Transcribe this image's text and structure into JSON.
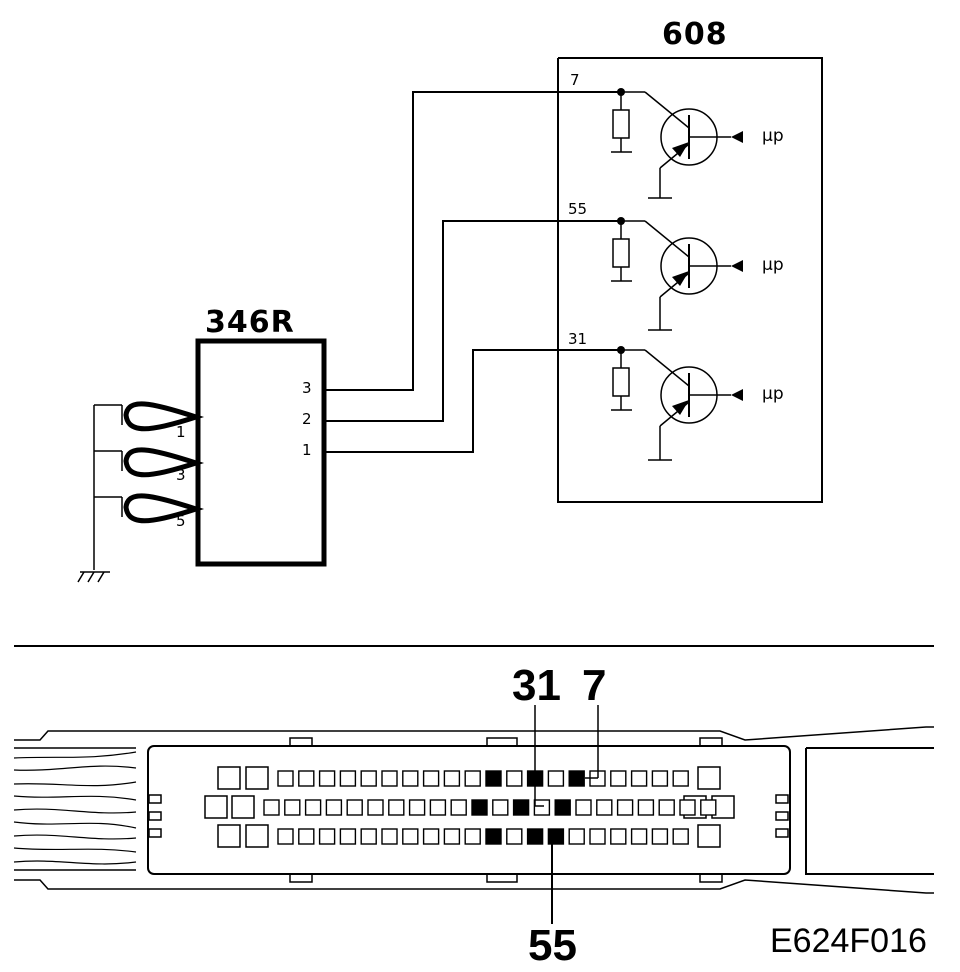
{
  "schematic": {
    "ecu_label": "608",
    "sensor_label": "346R",
    "ecu_inputs": [
      {
        "pin": "7",
        "signal": "μp"
      },
      {
        "pin": "55",
        "signal": "μp"
      },
      {
        "pin": "31",
        "signal": "μp"
      }
    ],
    "sensor_output_pins": [
      "3",
      "2",
      "1"
    ],
    "sensor_input_pins": [
      "1",
      "3",
      "5"
    ]
  },
  "connector": {
    "callouts_top": [
      "31",
      "7"
    ],
    "callout_bottom": "55"
  },
  "figure_code": "E624F016"
}
